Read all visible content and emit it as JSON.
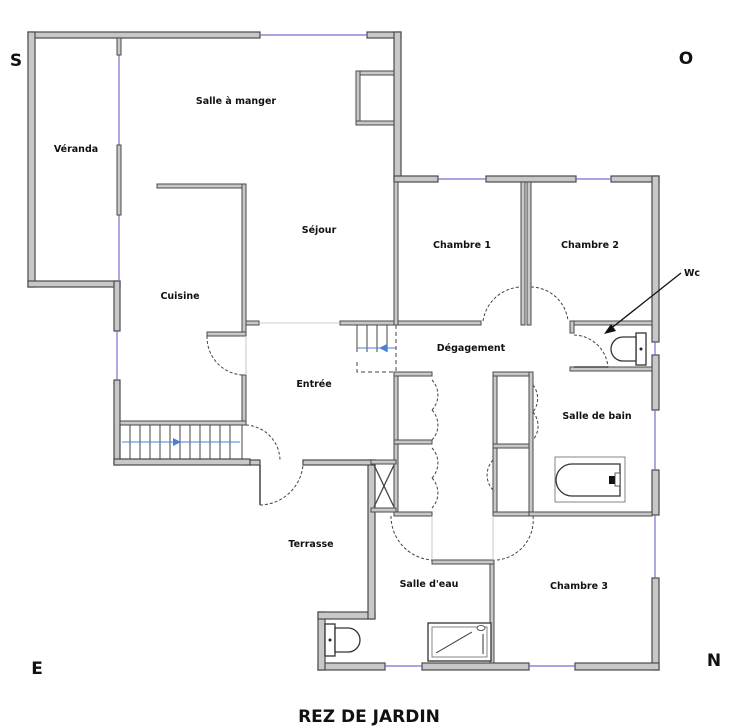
{
  "plan": {
    "title": "REZ DE JARDIN",
    "compass": {
      "top_left": "S",
      "top_right": "O",
      "bottom_left": "E",
      "bottom_right": "N"
    },
    "rooms": [
      {
        "id": "veranda",
        "label": "Véranda"
      },
      {
        "id": "salle-a-manger",
        "label": "Salle à manger"
      },
      {
        "id": "sejour",
        "label": "Séjour"
      },
      {
        "id": "cuisine",
        "label": "Cuisine"
      },
      {
        "id": "chambre-1",
        "label": "Chambre 1"
      },
      {
        "id": "chambre-2",
        "label": "Chambre 2"
      },
      {
        "id": "wc",
        "label": "Wc"
      },
      {
        "id": "degagement",
        "label": "Dégagement"
      },
      {
        "id": "entree",
        "label": "Entrée"
      },
      {
        "id": "salle-de-bain",
        "label": "Salle de bain"
      },
      {
        "id": "terrasse",
        "label": "Terrasse"
      },
      {
        "id": "salle-d-eau",
        "label": "Salle d'eau"
      },
      {
        "id": "chambre-3",
        "label": "Chambre 3"
      }
    ],
    "colors": {
      "wall_fill": "#c8c8c8",
      "wall_stroke": "#4a4a4a",
      "window": "#7070d0",
      "stair_arrow": "#4a7fd4"
    }
  }
}
